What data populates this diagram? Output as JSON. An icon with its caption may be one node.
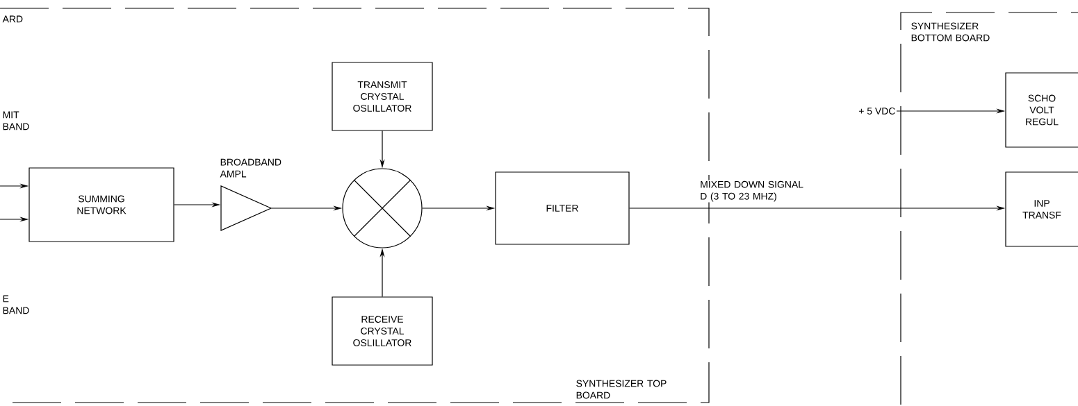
{
  "diagram": {
    "nodes": [
      {
        "text": [
          "SYNTHESIZER TOP BOARD"
        ]
      },
      {
        "text": [
          "SUMMING NETWORK"
        ],
        "in": 0
      },
      {
        "text": [
          "BROADBAND AMPL"
        ],
        "in": 0
      },
      {
        "text": [],
        "shape": "circle",
        "in": 0
      },
      {
        "text": [
          "TRANSMIT CRYSTAL OSLILLATOR"
        ],
        "in": 0
      },
      {
        "text": [
          "RECEIVE CRYSTAL OSLILLATOR"
        ],
        "in": 0
      },
      {
        "text": [
          "FILTER"
        ],
        "in": 0
      },
      {
        "text": [
          "SYNTHESIZER BOTTOM BOARD"
        ]
      },
      {
        "text": [
          "+ 5 VDC"
        ]
      },
      {
        "text": [
          "SCHO VOLT REGUL"
        ],
        "in": 7
      },
      {
        "text": [
          "INP TRANSF"
        ],
        "in": 7
      }
    ],
    "edges": [
      {
        "from": null,
        "to": 1,
        "arrow": "to"
      },
      {
        "from": null,
        "to": 1,
        "arrow": "to"
      },
      {
        "from": 1,
        "to": 2,
        "arrow": "to"
      },
      {
        "from": 2,
        "to": 3,
        "arrow": "to"
      },
      {
        "from": 4,
        "to": 3,
        "arrow": "to"
      },
      {
        "from": 5,
        "to": 3,
        "arrow": "to"
      },
      {
        "from": 3,
        "to": 6,
        "arrow": "to"
      },
      {
        "from": 6,
        "to": 10,
        "arrow": "to",
        "label": "MIXED DOWN SIGNAL D (3 TO 23 MHZ)"
      },
      {
        "from": 8,
        "to": 9,
        "arrow": "to"
      }
    ],
    "labels": [
      "ARD",
      "MIT BAND",
      "E BAND"
    ]
  }
}
